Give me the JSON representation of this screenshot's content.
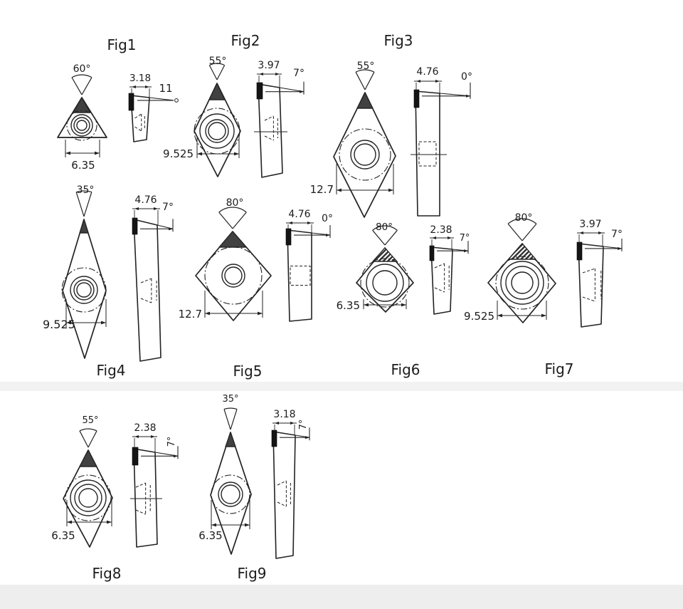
{
  "colors": {
    "line": "#222222",
    "nose_fill": "#414141",
    "background": "#ffffff",
    "separator_band": "#eeeeee"
  },
  "figures": [
    {
      "id": "fig1",
      "label": "Fig1",
      "shape": "triangle",
      "nose_angle": "60°",
      "width": "6.35",
      "thickness": "3.18",
      "relief_angle": "11°",
      "relief_display": "11"
    },
    {
      "id": "fig2",
      "label": "Fig2",
      "shape": "diamond-55",
      "nose_angle": "55°",
      "width": "9.525",
      "thickness": "3.97",
      "relief_angle": "7°",
      "relief_display": "7°"
    },
    {
      "id": "fig3",
      "label": "Fig3",
      "shape": "diamond-55",
      "nose_angle": "55°",
      "width": "12.7",
      "thickness": "4.76",
      "relief_angle": "0°",
      "relief_display": "0°"
    },
    {
      "id": "fig4",
      "label": "Fig4",
      "shape": "diamond-35",
      "nose_angle": "35°",
      "width": "9.525",
      "thickness": "4.76",
      "relief_angle": "7°",
      "relief_display": "7°"
    },
    {
      "id": "fig5",
      "label": "Fig5",
      "shape": "diamond-80",
      "nose_angle": "80°",
      "width": "12.7",
      "thickness": "4.76",
      "relief_angle": "0°",
      "relief_display": "0°"
    },
    {
      "id": "fig6",
      "label": "Fig6",
      "shape": "diamond-80",
      "nose_angle": "80°",
      "width": "6.35",
      "thickness": "2.38",
      "relief_angle": "7°",
      "relief_display": "7°"
    },
    {
      "id": "fig7",
      "label": "Fig7",
      "shape": "diamond-80",
      "nose_angle": "80°",
      "width": "9.525",
      "thickness": "3.97",
      "relief_angle": "7°",
      "relief_display": "7°"
    },
    {
      "id": "fig8",
      "label": "Fig8",
      "shape": "diamond-55",
      "nose_angle": "55°",
      "width": "6.35",
      "thickness": "2.38",
      "relief_angle": "7°",
      "relief_display": "7°"
    },
    {
      "id": "fig9",
      "label": "Fig9",
      "shape": "diamond-35",
      "nose_angle": "35°",
      "width": "6.35",
      "thickness": "3.18",
      "relief_angle": "7°",
      "relief_display": "7°"
    }
  ]
}
